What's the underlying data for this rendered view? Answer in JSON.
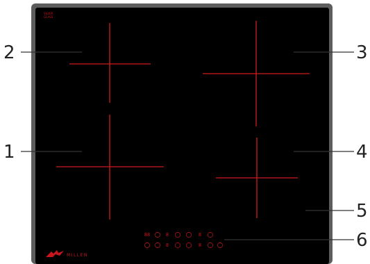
{
  "callouts": [
    {
      "id": "zone-1",
      "label": "1"
    },
    {
      "id": "zone-2",
      "label": "2"
    },
    {
      "id": "zone-3",
      "label": "3"
    },
    {
      "id": "zone-4",
      "label": "4"
    },
    {
      "id": "glass-surface",
      "label": "5"
    },
    {
      "id": "control-panel",
      "label": "6"
    }
  ],
  "brand": {
    "name": "MILLEN",
    "logo_icon": "red-wing-logo-icon"
  },
  "corner_text": [
    "SILVER",
    "GLASS"
  ],
  "controls": {
    "top_row": [
      "88",
      "+",
      "8",
      "-",
      "-",
      "8",
      "+"
    ],
    "bottom_row": [
      "-",
      "+",
      "8",
      "-",
      "-",
      "8",
      "+",
      "-"
    ]
  },
  "colors": {
    "frame": "#5d5d5d",
    "glass": "#000000",
    "zone_line": "#d11b1b",
    "leader": "#333333",
    "callout_text": "#222222",
    "brand": "#c8161d"
  }
}
